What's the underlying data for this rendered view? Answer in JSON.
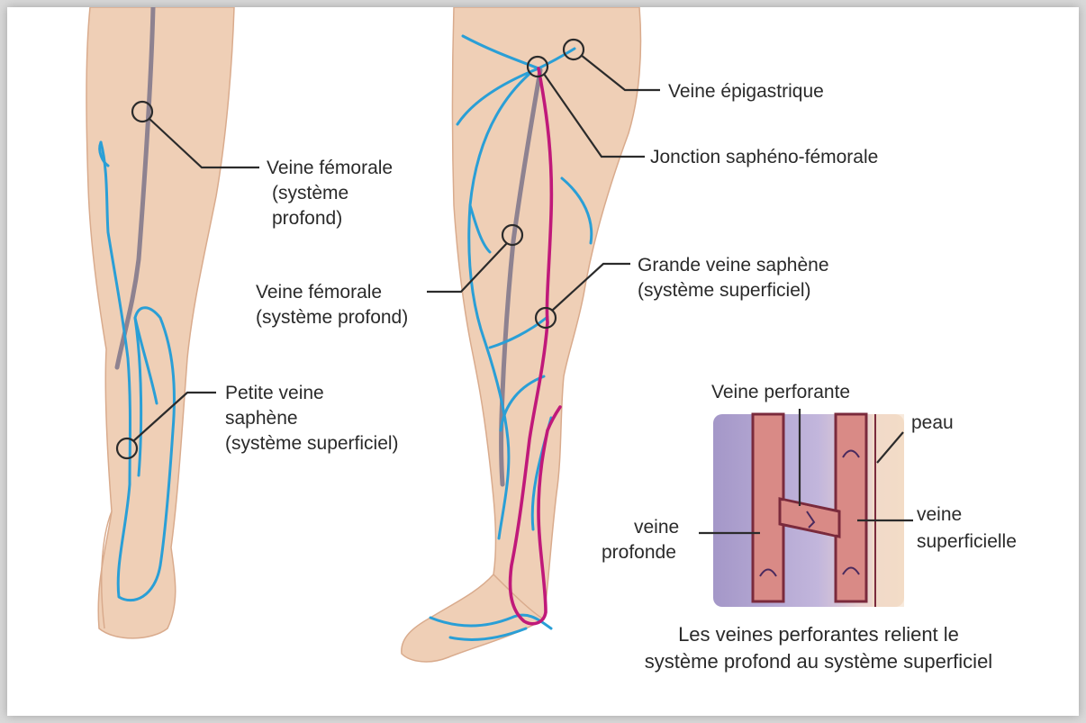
{
  "labels": {
    "left_femoral": [
      "Veine fémorale",
      "(système",
      "profond)"
    ],
    "small_saphenous": [
      "Petite veine",
      "saphène",
      "(système superficiel)"
    ],
    "epigastric": [
      "Veine épigastrique"
    ],
    "sapheno_femoral": [
      "Jonction saphéno-fémorale"
    ],
    "right_femoral": [
      "Veine fémorale",
      "(système profond)"
    ],
    "great_saphenous": [
      "Grande veine saphène",
      "(système superficiel)"
    ],
    "perforating": [
      "Veine perforante"
    ],
    "skin": [
      "peau"
    ],
    "deep_vein": [
      "veine",
      "profonde"
    ],
    "superficial_vein": [
      "veine",
      "superficielle"
    ]
  },
  "caption": [
    "Les veines perforantes relient le",
    "système profond au système superficiel"
  ],
  "colors": {
    "skin": "#efcfb6",
    "superficial_vein": "#2a9fd6",
    "great_saphenous_vein": "#c0197a",
    "deep_vein": "#8e8290",
    "inset_deep_tissue": "#a89ac8",
    "inset_vessel": "#d98a86"
  }
}
